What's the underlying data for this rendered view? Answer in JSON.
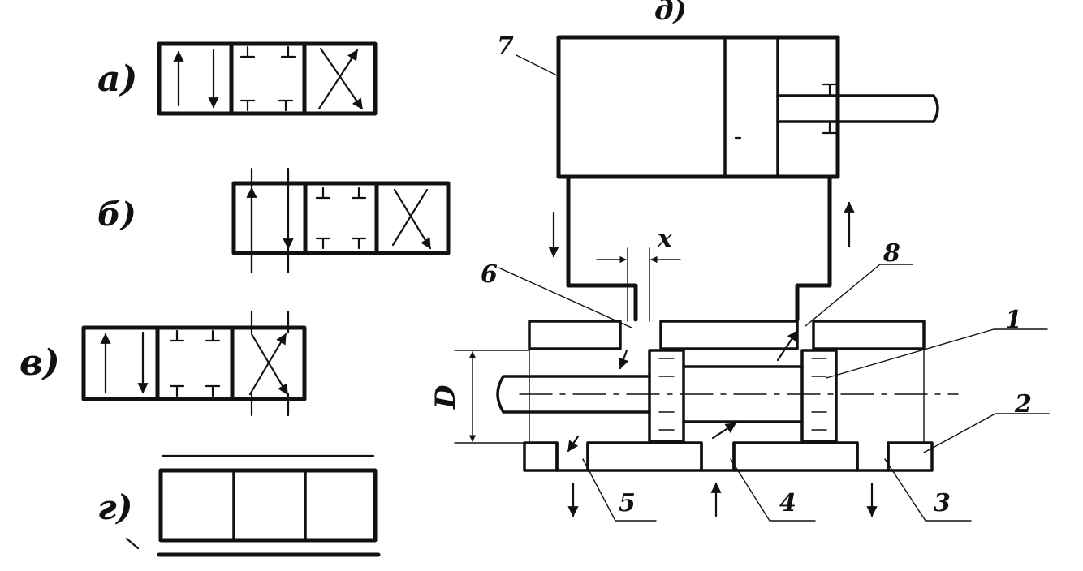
{
  "symbols": {
    "a": {
      "label": "а)"
    },
    "b": {
      "label": "б)"
    },
    "v": {
      "label": "в)"
    },
    "g": {
      "label": "г)"
    }
  },
  "drawing": {
    "top_label_fragment": "д)",
    "dimension_x": "x",
    "dimension_d": "D",
    "callouts": [
      "7",
      "6",
      "8",
      "1",
      "2",
      "5",
      "4",
      "3"
    ]
  }
}
